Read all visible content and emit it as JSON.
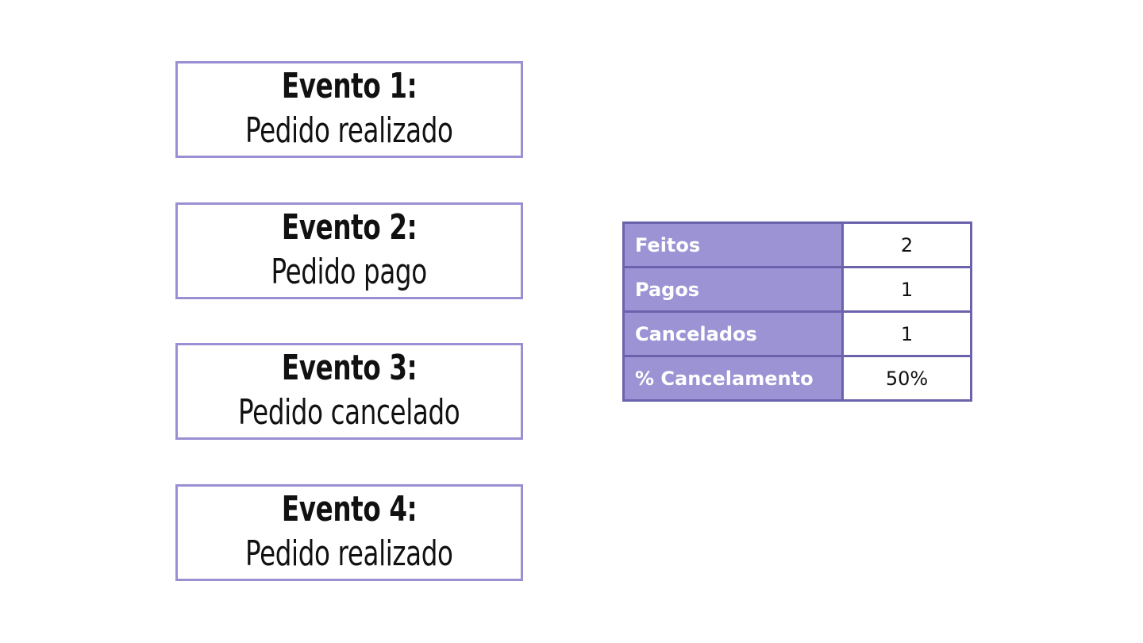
{
  "events": [
    {
      "title": "Evento 1:",
      "desc": "Pedido realizado"
    },
    {
      "title": "Evento 2:",
      "desc": "Pedido pago"
    },
    {
      "title": "Evento 3:",
      "desc": "Pedido cancelado"
    },
    {
      "title": "Evento 4:",
      "desc": "Pedido realizado"
    }
  ],
  "stats": {
    "rows": [
      {
        "label": "Feitos",
        "value": "2"
      },
      {
        "label": "Pagos",
        "value": "1"
      },
      {
        "label": "Cancelados",
        "value": "1"
      },
      {
        "label": "% Cancelamento",
        "value": "50%"
      }
    ]
  },
  "colors": {
    "box_border": "#9b8fd3",
    "table_header_bg": "#9b93d4",
    "table_border": "#6a62ad"
  }
}
